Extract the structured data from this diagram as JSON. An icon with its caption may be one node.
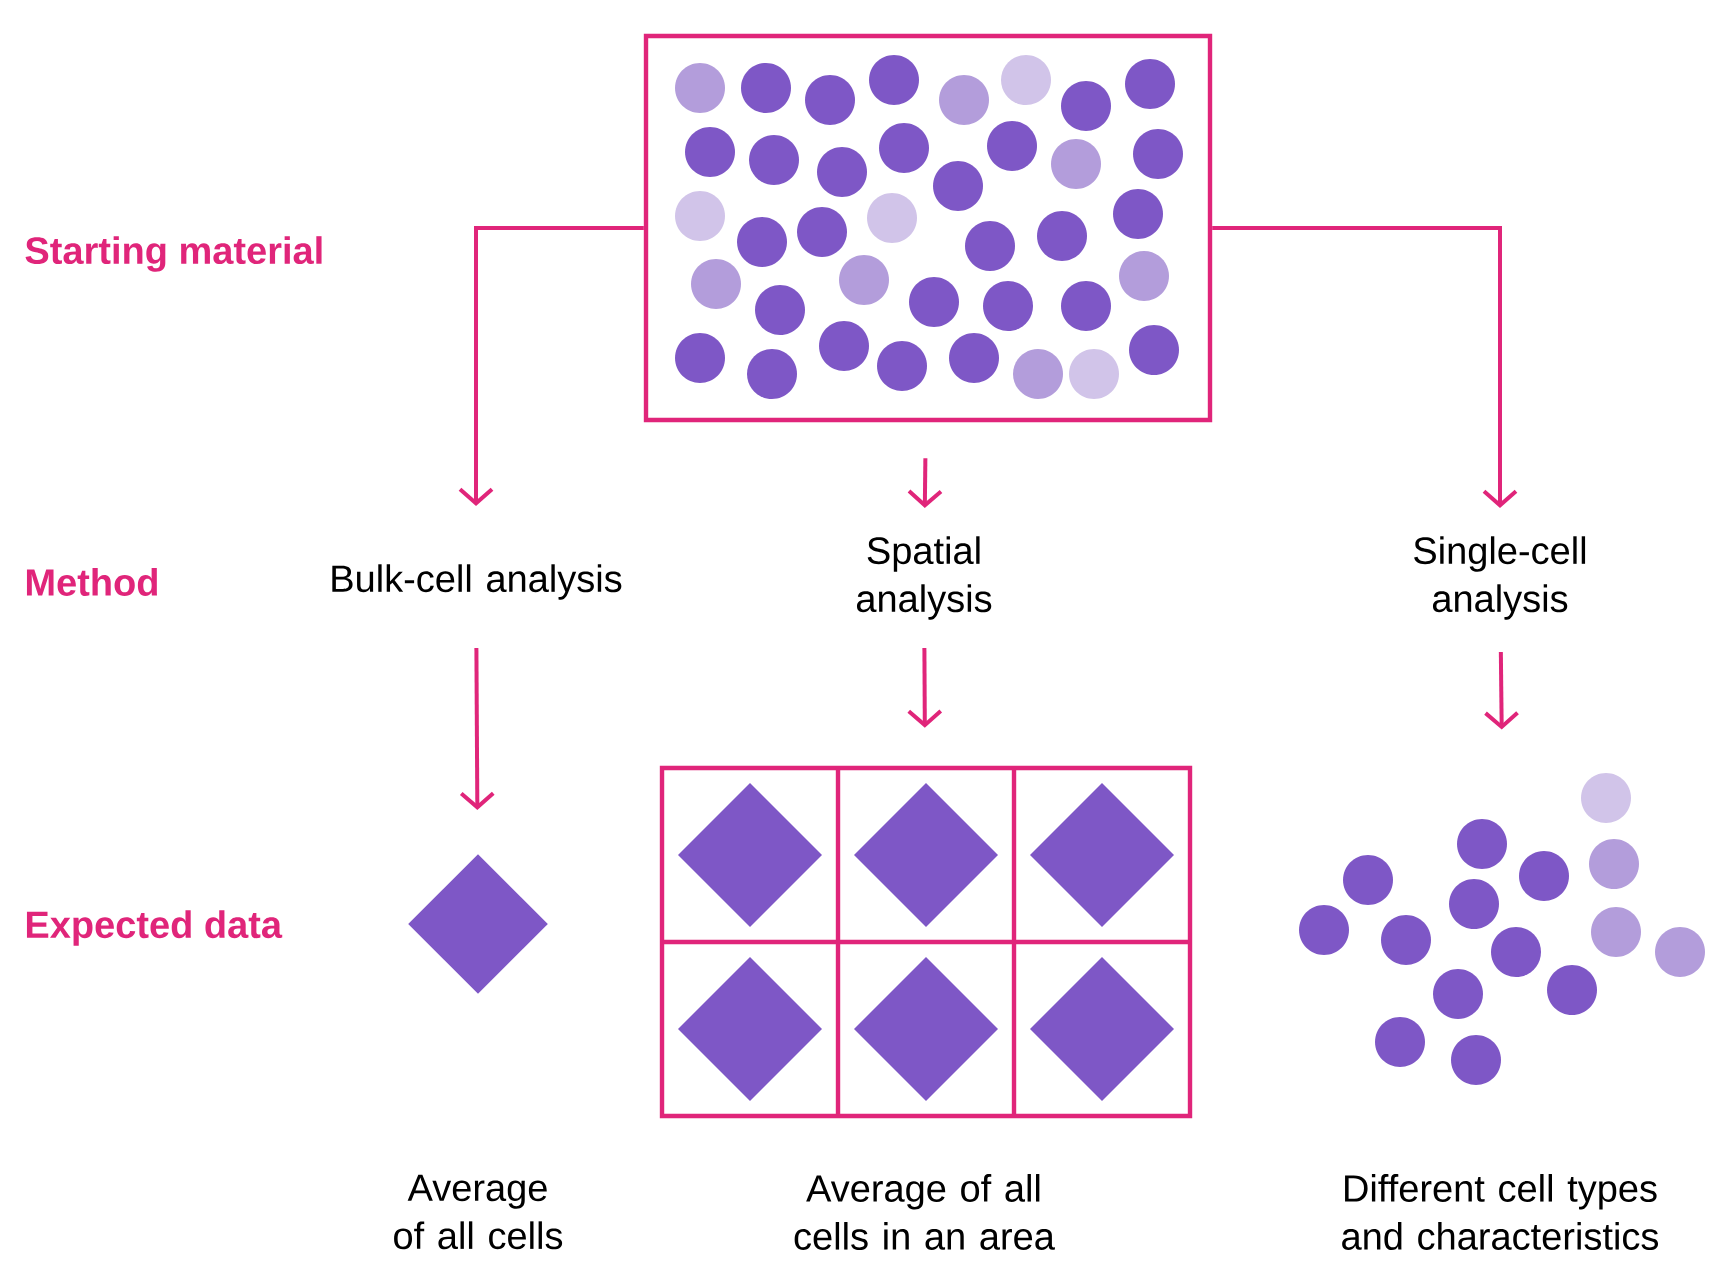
{
  "diagram": {
    "nodes": [
      {
        "text": [],
        "shape": "box"
      },
      {
        "text": [
          "Bulk-cell analysis"
        ]
      },
      {
        "text": [
          "Spatial analysis"
        ]
      },
      {
        "text": [
          "Single-cell analysis"
        ]
      },
      {
        "text": [],
        "shape": "diamond"
      },
      {
        "text": [],
        "shape": "box",
        "beside": [
          "Average of all cells in an area"
        ]
      },
      {
        "text": [],
        "shape": "dots",
        "beside": [
          "Different cell types and characteristics"
        ]
      }
    ],
    "edges": [
      {
        "from": 0,
        "to": 1,
        "arrow": "to"
      },
      {
        "from": 0,
        "to": 2,
        "arrow": "to"
      },
      {
        "from": 0,
        "to": 3,
        "arrow": "to"
      },
      {
        "from": 1,
        "to": 4,
        "arrow": "to"
      },
      {
        "from": 2,
        "to": 5,
        "arrow": "to"
      },
      {
        "from": 3,
        "to": 6,
        "arrow": "to"
      }
    ],
    "labels": [
      "Starting material",
      "Method",
      "Expected data",
      "Average of all cells"
    ]
  }
}
